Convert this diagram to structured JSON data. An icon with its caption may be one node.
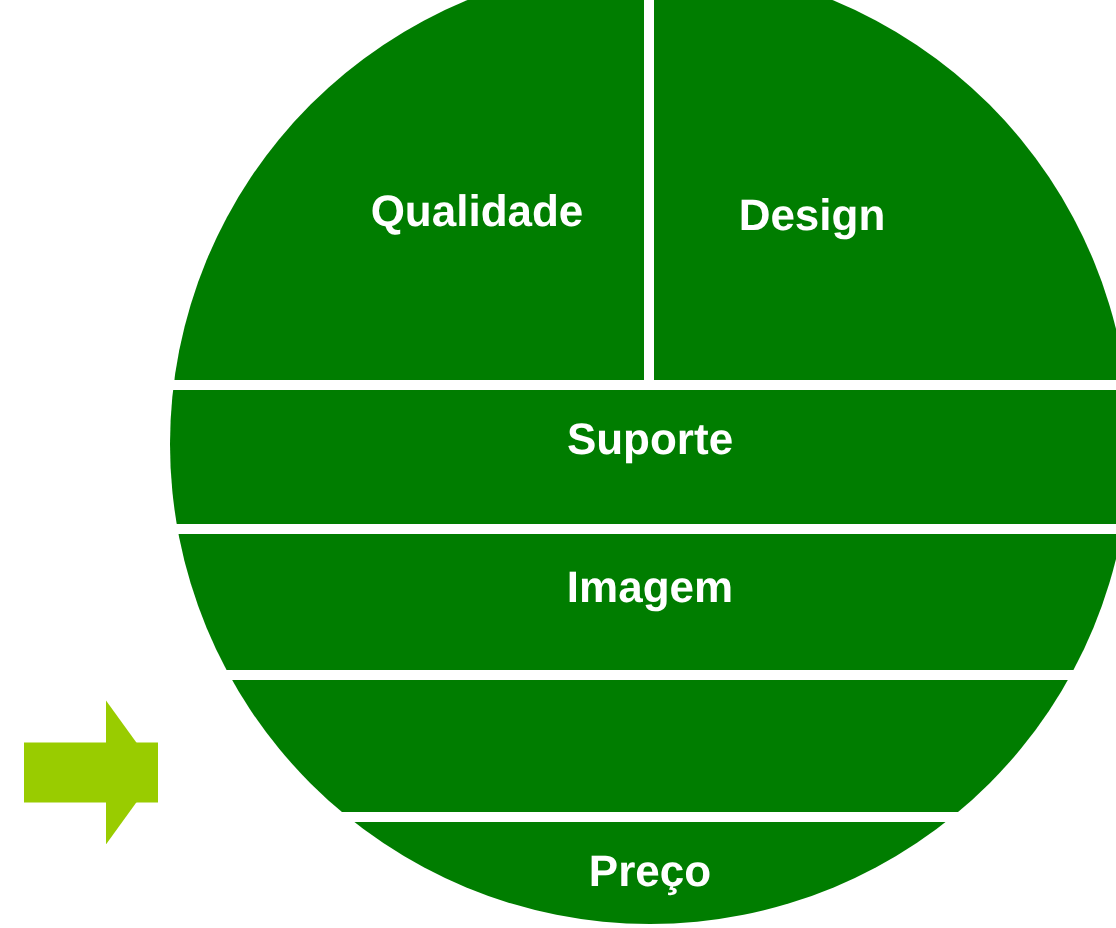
{
  "diagram": {
    "nodes": [
      {
        "text": [
          "Qualidade"
        ]
      },
      {
        "text": [
          "Design"
        ]
      },
      {
        "text": [
          "Suporte"
        ]
      },
      {
        "text": [
          "Imagem"
        ]
      },
      {
        "text": [],
        "shape": "bar"
      },
      {
        "text": [
          "Preço"
        ]
      }
    ],
    "edges": [
      {
        "from": null,
        "to": 4,
        "arrow": "to",
        "color": "#99cc00"
      }
    ]
  }
}
